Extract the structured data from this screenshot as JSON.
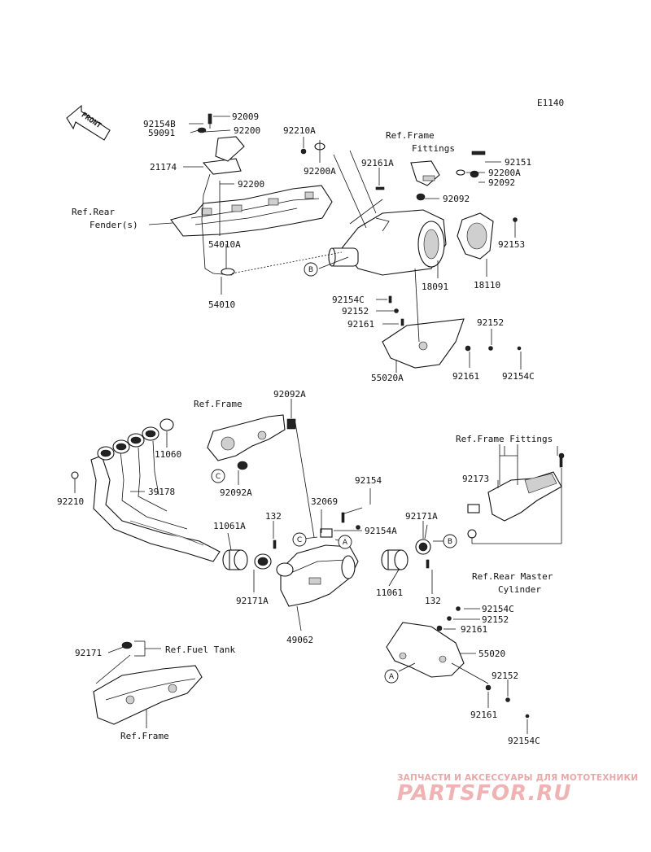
{
  "diagram_code": "E1140",
  "front_arrow": "FRONT",
  "watermark": {
    "line1": "ЗАПЧАСТИ И АКСЕССУАРЫ ДЛЯ МОТОТЕХНИКИ",
    "line2": "PARTSFOR.RU"
  },
  "refs": {
    "rear_fender_1": "Ref.Rear",
    "rear_fender_2": "Fender(s)",
    "frame_fittings_top_1": "Ref.Frame",
    "frame_fittings_top_2": "Fittings",
    "frame_mid": "Ref.Frame",
    "frame_fittings_right": "Ref.Frame Fittings",
    "rear_master_1": "Ref.Rear Master",
    "rear_master_2": "Cylinder",
    "fuel_tank": "Ref.Fuel Tank",
    "frame_bottom": "Ref.Frame"
  },
  "callouts": {
    "a": "A",
    "b": "B",
    "c": "C"
  },
  "parts": {
    "p92154B": "92154B",
    "p92009": "92009",
    "p59091": "59091",
    "p92200_top": "92200",
    "p21174": "21174",
    "p92200_mid": "92200",
    "p54010A": "54010A",
    "p54010": "54010",
    "p92210A": "92210A",
    "p92200A_left": "92200A",
    "p92161A": "92161A",
    "p92151": "92151",
    "p92200A_right": "92200A",
    "p92092_a": "92092",
    "p92092_b": "92092",
    "p92153": "92153",
    "p18091": "18091",
    "p18110": "18110",
    "p92154C_a": "92154C",
    "p92152_a": "92152",
    "p92161_a": "92161",
    "p55020A": "55020A",
    "p92152_b": "92152",
    "p92161_b": "92161",
    "p92154C_b": "92154C",
    "p92092A_top": "92092A",
    "p11060": "11060",
    "p92092A_bot": "92092A",
    "p92210": "92210",
    "p39178": "39178",
    "p92154": "92154",
    "p32069": "32069",
    "p92154A": "92154A",
    "p92171A_r": "92171A",
    "p92173": "92173",
    "p132_a": "132",
    "p11061A": "11061A",
    "p92171A_l": "92171A",
    "p11061": "11061",
    "p132_b": "132",
    "p49062": "49062",
    "p92154C_c": "92154C",
    "p92152_c": "92152",
    "p92161_c": "92161",
    "p55020": "55020",
    "p92171": "92171",
    "p92152_d": "92152",
    "p92161_d": "92161",
    "p92154C_d": "92154C"
  }
}
